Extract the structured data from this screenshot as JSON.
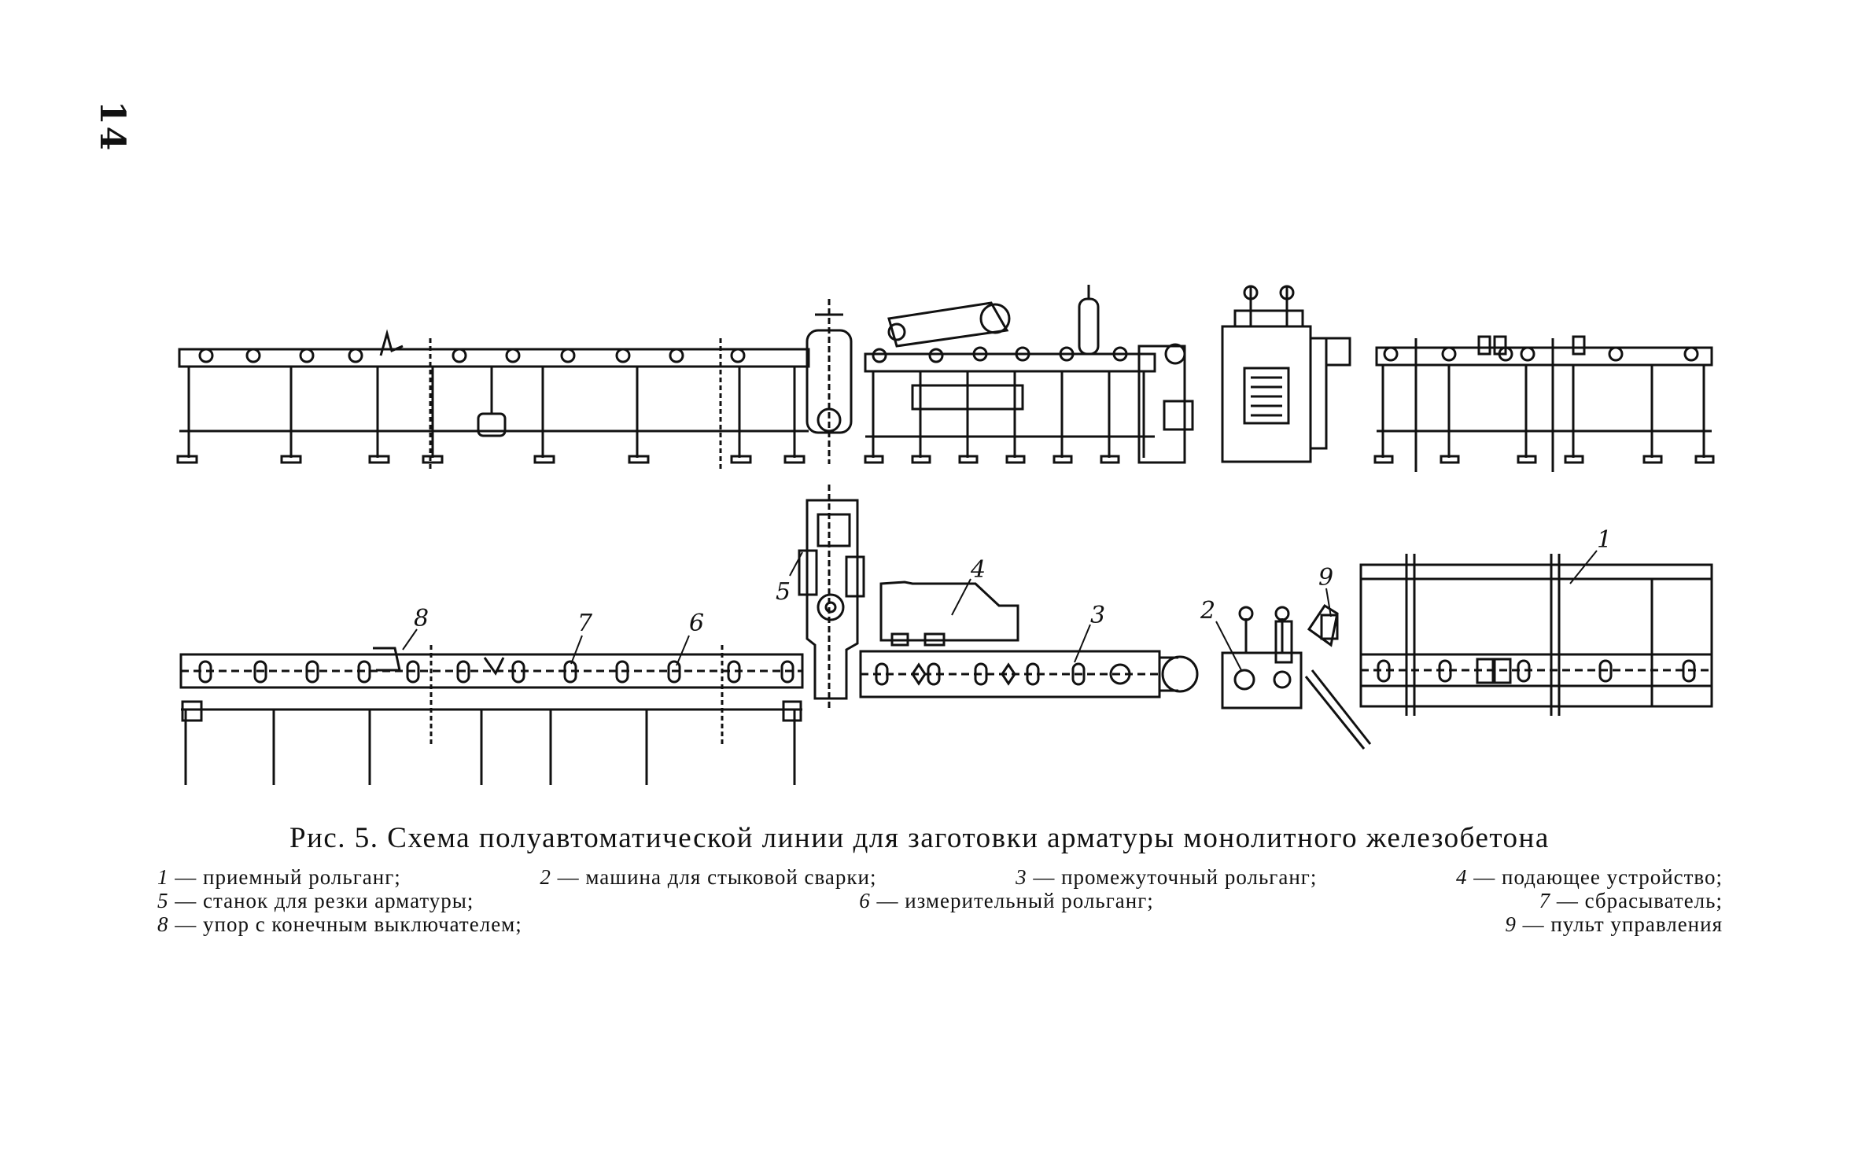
{
  "page": {
    "number": "14"
  },
  "callouts": [
    "1",
    "2",
    "3",
    "4",
    "5",
    "6",
    "7",
    "8",
    "9"
  ],
  "caption": {
    "title": "Рис. 5. Схема полуавтоматической линии для заготовки арматуры монолитного железобетона",
    "legend": [
      {
        "num": "1",
        "text": "— приемный рольганг;"
      },
      {
        "num": "2",
        "text": "— машина для стыковой сварки;"
      },
      {
        "num": "3",
        "text": "— промежуточный рольганг;"
      },
      {
        "num": "4",
        "text": "— подающее устройство;"
      },
      {
        "num": "5",
        "text": "— станок для резки арматуры;"
      },
      {
        "num": "6",
        "text": "— измерительный рольганг;"
      },
      {
        "num": "7",
        "text": "— сбрасыватель;"
      },
      {
        "num": "8",
        "text": "— упор с конечным выключателем;"
      },
      {
        "num": "9",
        "text": "— пульт управления"
      }
    ]
  }
}
